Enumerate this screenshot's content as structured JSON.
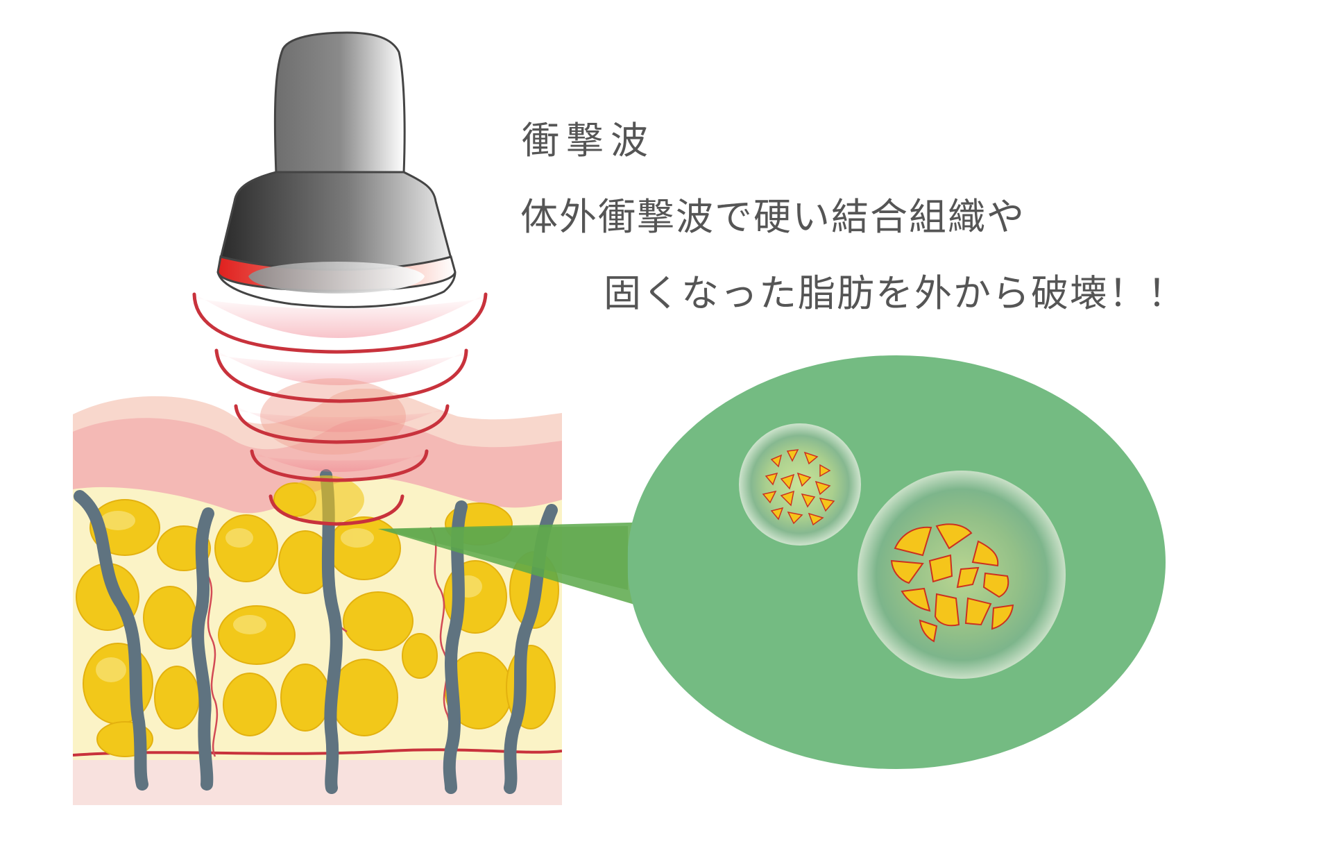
{
  "heading": "衝撃波",
  "description": {
    "line1": "体外衝撃波で硬い結合組織や",
    "line2": "固くなった脂肪を外から破壊！！"
  },
  "colors": {
    "background": "#ffffff",
    "text": "#555555",
    "device_gray": "#8a8a8a",
    "wave_red": "#c8323c",
    "skin_pink": "#f4b9b5",
    "fat_yellow": "#f2c81a",
    "fat_layer_cream": "#fbf3c6",
    "vessel_gray": "#5f7380",
    "zoom_green": "#74bb82"
  },
  "icons": [
    "shockwave-device-icon",
    "shockwave-arcs-icon",
    "skin-cross-section-icon",
    "zoom-callout-icon",
    "broken-fat-cell-icon"
  ]
}
